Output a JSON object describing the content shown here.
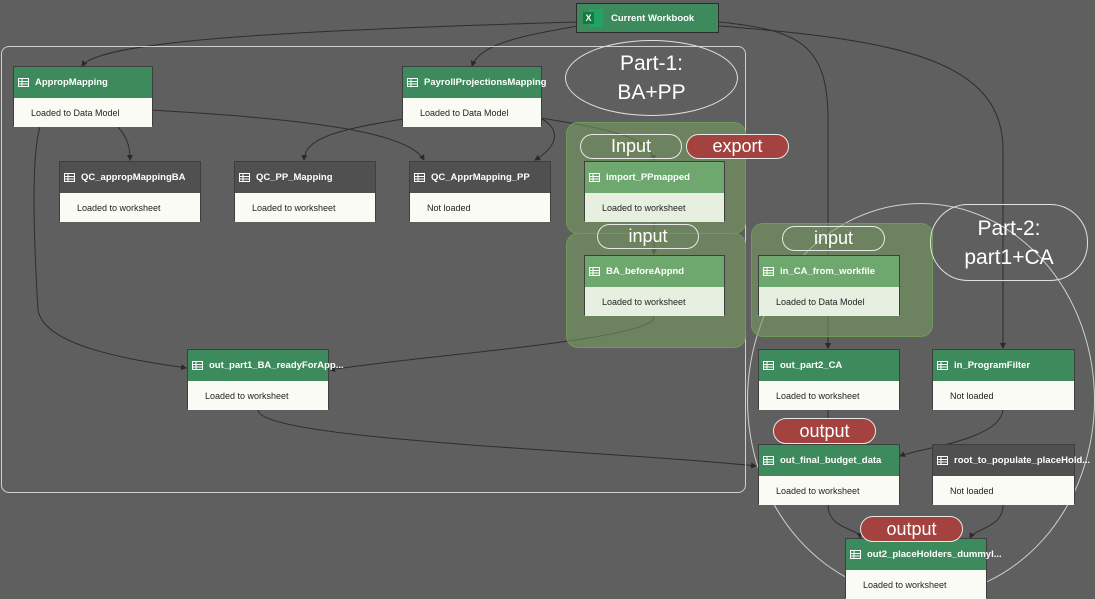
{
  "root": {
    "label": "Current Workbook",
    "icon": "excel-icon"
  },
  "annotations": {
    "part1_title": "Part-1:",
    "part1_sub": "BA+PP",
    "part2_title": "Part-2:",
    "part2_sub": "part1+CA",
    "input_upper": "Input",
    "export": "export",
    "input_mid": "input",
    "input_ca": "input",
    "output_final": "output",
    "output_dummy": "output"
  },
  "nodes": {
    "approp": {
      "title": "AppropMapping",
      "status": "Loaded to Data Model"
    },
    "payroll": {
      "title": "PayrollProjectionsMapping",
      "status": "Loaded to Data Model"
    },
    "qc_approp": {
      "title": "QC_appropMappingBA",
      "status": "Loaded to worksheet"
    },
    "qc_pp": {
      "title": "QC_PP_Mapping",
      "status": "Loaded to worksheet"
    },
    "qc_appr_pp": {
      "title": "QC_ApprMapping_PP",
      "status": "Not loaded"
    },
    "import_pp": {
      "title": "import_PPmapped",
      "status": "Loaded to worksheet"
    },
    "ba_before": {
      "title": "BA_beforeAppnd",
      "status": "Loaded to worksheet"
    },
    "in_ca": {
      "title": "in_CA_from_workfile",
      "status": "Loaded to Data Model"
    },
    "out_part1": {
      "title": "out_part1_BA_readyForApp...",
      "status": "Loaded to worksheet"
    },
    "out_part2": {
      "title": "out_part2_CA",
      "status": "Loaded to worksheet"
    },
    "in_program": {
      "title": "in_ProgramFilter",
      "status": "Not loaded"
    },
    "out_final": {
      "title": "out_final_budget_data",
      "status": "Loaded to worksheet"
    },
    "root_populate": {
      "title": "root_to_populate_placeHold...",
      "status": "Not loaded"
    },
    "out2_dummy": {
      "title": "out2_placeHolders_dummyl...",
      "status": "Loaded to worksheet"
    }
  },
  "colors": {
    "background": "#5f5f5f",
    "header_green": "#3d8b5c",
    "header_dark": "#505050",
    "header_light": "#6fa86f",
    "export_red": "#a3423e",
    "region_green": "#78a05f"
  }
}
